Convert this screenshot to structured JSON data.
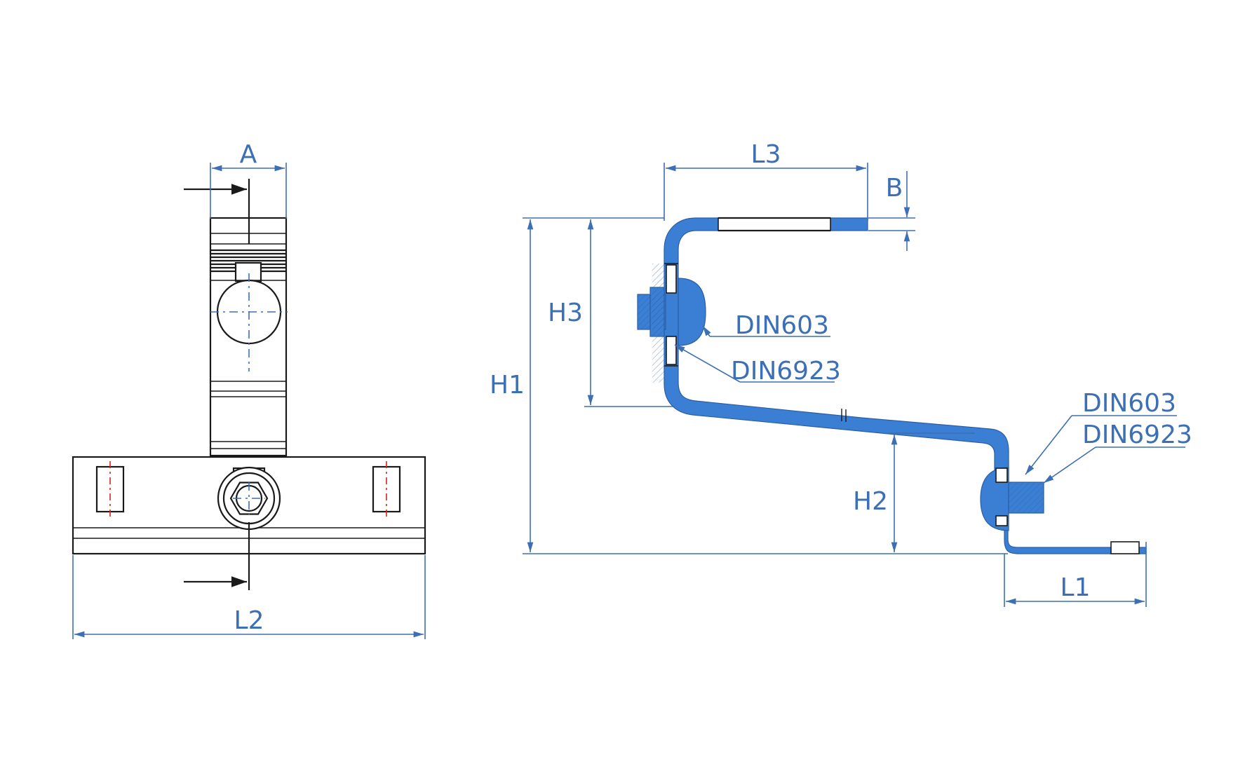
{
  "colors": {
    "part_fill": "#3a7fd3",
    "dimension": "#3d6fb4",
    "outline": "#1a1a1a",
    "center_red": "#d9241c"
  },
  "front_view": {
    "dims": {
      "a": "A",
      "l2": "L2"
    }
  },
  "side_view": {
    "dims": {
      "l3": "L3",
      "b": "B",
      "h1": "H1",
      "h2": "H2",
      "h3": "H3",
      "l1": "L1"
    },
    "labels": {
      "upper_screw": "DIN603",
      "upper_washer": "DIN6923",
      "lower_screw": "DIN603",
      "lower_washer": "DIN6923"
    }
  }
}
